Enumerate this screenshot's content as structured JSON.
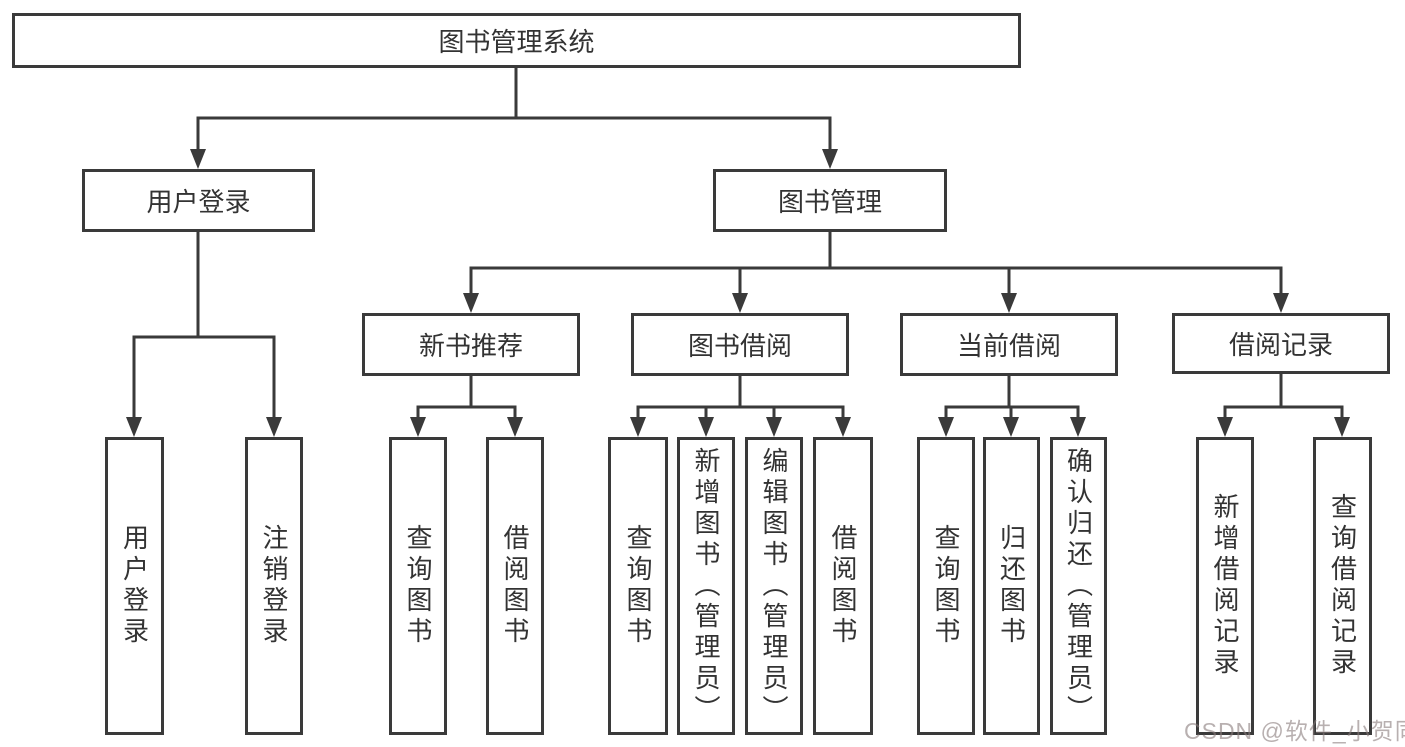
{
  "tree": {
    "root": "图书管理系统",
    "branches": [
      {
        "label": "用户登录",
        "children": [
          "用户登录",
          "注销登录"
        ]
      },
      {
        "label": "图书管理",
        "groups": [
          {
            "label": "新书推荐",
            "children": [
              "查询图书",
              "借阅图书"
            ]
          },
          {
            "label": "图书借阅",
            "children": [
              "查询图书",
              "新增图书（管理员）",
              "编辑图书（管理员）",
              "借阅图书"
            ]
          },
          {
            "label": "当前借阅",
            "children": [
              "查询图书",
              "归还图书",
              "确认归还（管理员）"
            ]
          },
          {
            "label": "借阅记录",
            "children": [
              "新增借阅记录",
              "查询借阅记录"
            ]
          }
        ]
      }
    ]
  },
  "watermark": "CSDN @软件_小贺同学",
  "colors": {
    "line": "#3a3a3a",
    "text": "#333333",
    "background": "#ffffff",
    "watermark_text": "#887c7c"
  }
}
